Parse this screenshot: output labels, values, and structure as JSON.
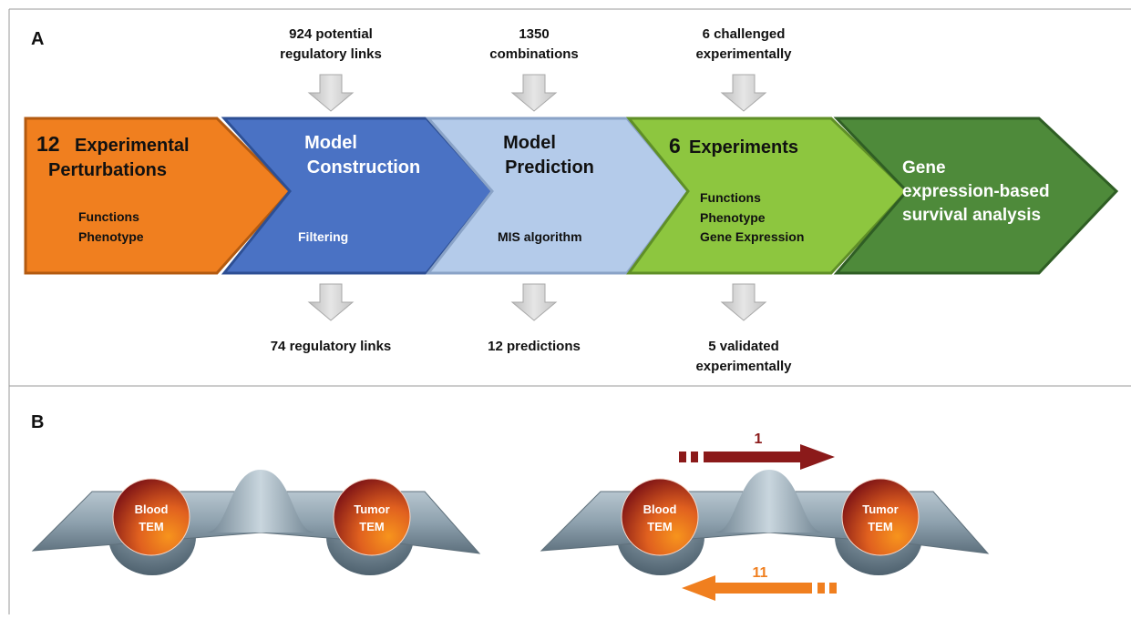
{
  "panel_a": {
    "label": "A",
    "annotations_top": [
      [
        "924 potential",
        "regulatory links"
      ],
      [
        "1350",
        "combinations"
      ],
      [
        "6 challenged",
        "experimentally"
      ]
    ],
    "annotations_bottom": [
      [
        "74 regulatory links"
      ],
      [
        "12 predictions"
      ],
      [
        "5 validated",
        "experimentally"
      ]
    ],
    "stages": [
      {
        "number": "12",
        "title_first": "Experimental",
        "title_rest": [
          "Perturbations"
        ],
        "sub": [
          "Functions",
          "Phenotype"
        ],
        "color": "#F07F1F"
      },
      {
        "title": [
          "Model",
          "Construction"
        ],
        "sub": [
          "Filtering"
        ],
        "color": "#4A72C4"
      },
      {
        "title": [
          "Model",
          "Prediction"
        ],
        "sub": [
          "MIS algorithm"
        ],
        "color": "#B4CBEA"
      },
      {
        "number": "6",
        "title_first": "Experiments",
        "title_rest": [],
        "sub": [
          "Functions",
          "Phenotype",
          "Gene Expression"
        ],
        "color": "#8DC63F"
      },
      {
        "title": [
          "Gene",
          "expression-based",
          "survival analysis"
        ],
        "sub": [],
        "color": "#4E8A3A"
      }
    ]
  },
  "panel_b": {
    "label": "B",
    "left": {
      "blood": [
        "Blood",
        "TEM"
      ],
      "tumor": [
        "Tumor",
        "TEM"
      ]
    },
    "right": {
      "blood": [
        "Blood",
        "TEM"
      ],
      "tumor": [
        "Tumor",
        "TEM"
      ],
      "arrow_top": "1",
      "arrow_bottom": "11"
    },
    "colors": {
      "arrow_top": "#8B1A1A",
      "arrow_bottom": "#F07F1F",
      "surface": "#8FA2AE"
    }
  }
}
